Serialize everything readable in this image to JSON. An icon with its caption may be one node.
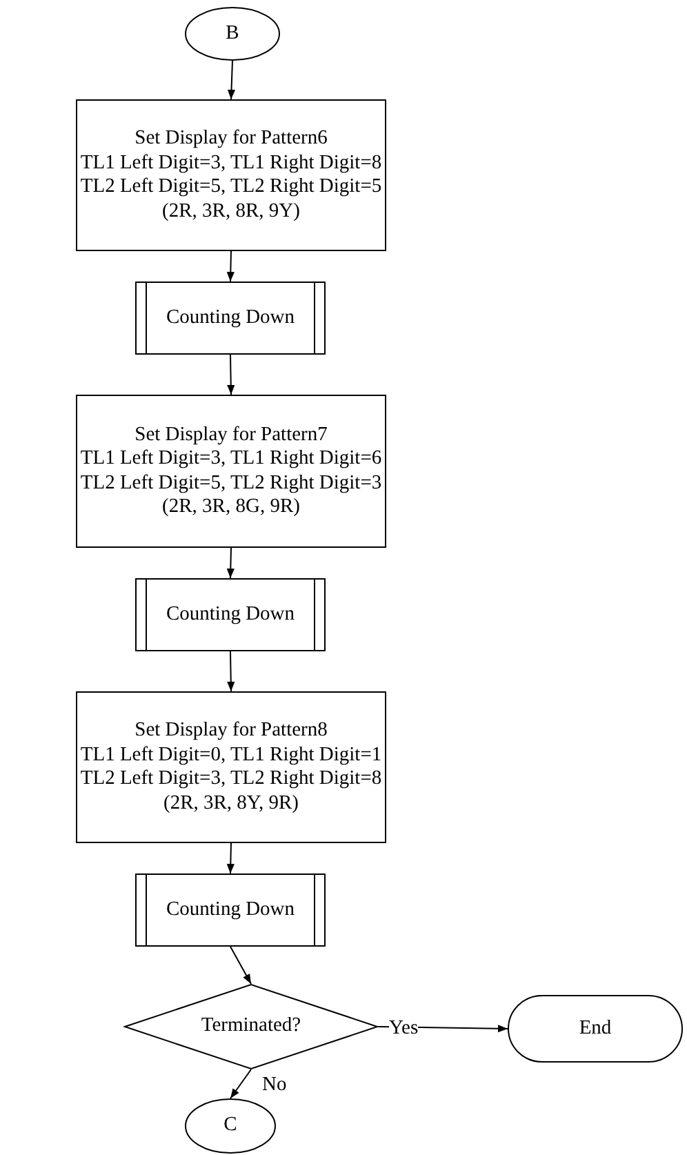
{
  "diagram": {
    "nodes": [
      {
        "text": [
          "B"
        ]
      },
      {
        "text": [
          "Set Display for Pattern6",
          "TL1 Left Digit=3, TL1 Right Digit=8",
          "TL2 Left Digit=5, TL2 Right Digit=5",
          "(2R, 3R, 8R, 9Y)"
        ]
      },
      {
        "text": [
          "Counting  Down"
        ]
      },
      {
        "text": [
          "Set Display for Pattern7",
          "TL1 Left Digit=3, TL1 Right Digit=6",
          "TL2 Left Digit=5, TL2 Right Digit=3",
          "(2R, 3R, 8G, 9R)"
        ]
      },
      {
        "text": [
          "Counting  Down"
        ]
      },
      {
        "text": [
          "Set Display for Pattern8",
          "TL1 Left Digit=0, TL1 Right Digit=1",
          "TL2 Left Digit=3, TL2 Right Digit=8",
          "(2R, 3R, 8Y, 9R)"
        ]
      },
      {
        "text": [
          "Counting  Down"
        ]
      },
      {
        "text": [
          "Terminated?"
        ]
      },
      {
        "text": [
          "End"
        ]
      },
      {
        "text": [
          "C"
        ]
      }
    ],
    "edges": [
      {
        "from": 0,
        "to": 1,
        "arrow": "to"
      },
      {
        "from": 1,
        "to": 2,
        "arrow": "to"
      },
      {
        "from": 2,
        "to": 3,
        "arrow": "to"
      },
      {
        "from": 3,
        "to": 4,
        "arrow": "to"
      },
      {
        "from": 4,
        "to": 5,
        "arrow": "to"
      },
      {
        "from": 5,
        "to": 6,
        "arrow": "to"
      },
      {
        "from": 6,
        "to": 7,
        "arrow": "to"
      },
      {
        "from": 7,
        "to": 8,
        "arrow": "to",
        "label": "Yes"
      },
      {
        "from": 7,
        "to": 9,
        "arrow": "to",
        "label": "No"
      }
    ]
  }
}
